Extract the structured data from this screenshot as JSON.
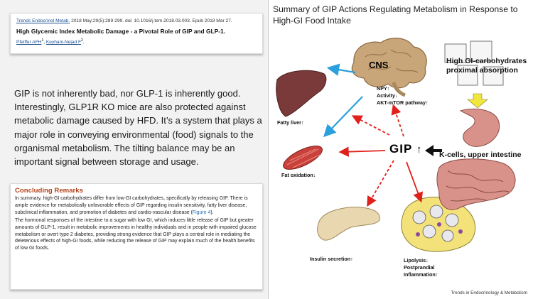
{
  "citation": {
    "journal": "Trends Endocrinol Metab.",
    "meta": " 2018 May;29(5):289-299. doi: 10.1016/j.tem.2018.03.003. Epub 2018 Mar 27.",
    "title": "High Glycemic Index Metabolic Damage - a Pivotal Role of GIP and GLP-1.",
    "author1": "Pfeiffer AFH",
    "author1_sup": "1",
    "sep": ", ",
    "author2": "Keyhani-Nejad F",
    "author2_sup": "2",
    "end": "."
  },
  "main_paragraph": "GIP is not inherently bad, nor GLP-1 is inherently good. Interestingly, GLP1R KO mice are also protected against metabolic damage caused by HFD. It’s a system that plays a major role in conveying environmental (food) signals to the organismal metabolism. The tilting balance may be an important signal between storage and usage.",
  "remarks": {
    "heading": "Concluding Remarks",
    "para1": "In summary, high-GI carbohydrates differ from low-GI carbohydrates, specifically by releasing GIP. There is ample evidence for metabolically unfavorable effects of GIP regarding insulin sensitivity, fatty liver disease, subclinical inflammation, and promotion of diabetes and cardio-vascular disease (",
    "para1_link": "Figure 4",
    "para1_end": ").",
    "para2": "The hormonal responses of the intestine to a sugar with low GI, which induces little release of GIP but greater amounts of GLP-1, result in metabolic improvements in healthy individuals and in people with impaired glucose metabolism or overt type 2 diabetes, providing strong evidence that GIP plays a central role in mediating the deleterious effects of high-GI foods, while reducing the release of GIP may explain much of the health benefits of low GI foods."
  },
  "figure": {
    "title": "Summary of GIP Actions Regulating Metabolism in Response to High-GI Food Intake",
    "cns": "CNS",
    "cns_effects": [
      "NPY↑",
      "Activity↓",
      "AKT-mTOR pathway↑"
    ],
    "high_gi_line1": "High GI-carbohydrates",
    "high_gi_line2": "proximal absorption",
    "gip": "GIP",
    "gip_arrow": "↑",
    "k_cells": "K-cells, upper intestine",
    "fatty_liver": "Fatty liver↑",
    "fat_oxidation": "Fat oxidation↓",
    "insulin_secretion": "Insulin secretion↑",
    "lipolysis": "Lipolysis↓",
    "postprandial": "Postprandial",
    "inflammation": "Inflammation↑",
    "journal_mark": "Trends in Endocrinology & Metabolism",
    "colors": {
      "blue_arrow": "#2aa0dc",
      "red_arrow": "#e0201b",
      "brain": "#c9a57a",
      "liver": "#7b3a3a",
      "muscle": "#c9413a",
      "pancreas": "#e9d7b0",
      "adipose": "#f3e27a",
      "intestine": "#d9928a",
      "yellow_arrow": "#f0e63c"
    }
  }
}
